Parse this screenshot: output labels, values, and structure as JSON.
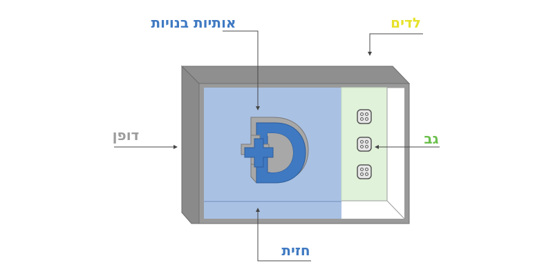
{
  "labels": {
    "built_letters": "אותיות בנויות",
    "leds": "לדים",
    "side_wall": "דופן",
    "back": "גב",
    "facade": "חזית"
  },
  "colors": {
    "built_letters": "#3f79c2",
    "leds": "#e6e22a",
    "side_wall": "#9b9b9b",
    "back": "#6abf4b",
    "facade": "#3f79c2",
    "box_frame": "#9a9a9a",
    "facade_panel": "#a9c1e3",
    "back_panel": "#e0f2d9",
    "logo_blue": "#3f79c2",
    "logo_grey": "#a8a8a8"
  },
  "icons": {
    "led_module": "led-module-icon",
    "logo": "d-plus-logo-icon"
  },
  "led_modules_count": 3
}
